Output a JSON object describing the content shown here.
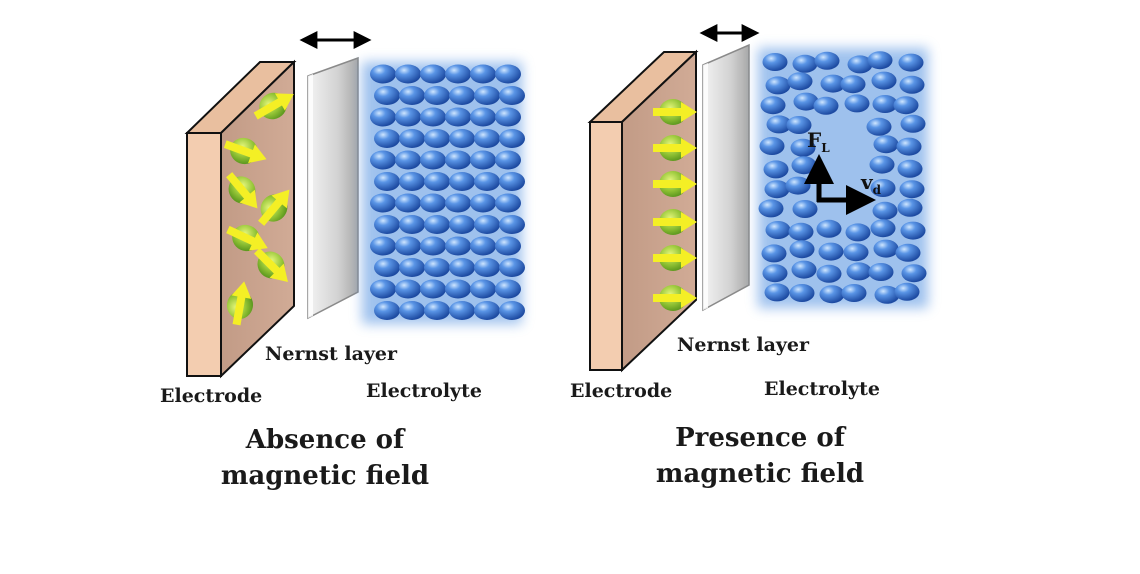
{
  "panels": [
    {
      "electrode_label": "Electrode",
      "nernst_label": "Nernst layer",
      "electrolyte_label": "Electrolyte",
      "caption_line1": "Absence of",
      "caption_line2": "magnetic  field"
    },
    {
      "electrode_label": "Electrode",
      "nernst_label": "Nernst layer",
      "electrolyte_label": "Electrolyte",
      "caption_line1": "Presence of",
      "caption_line2": "magnetic  field",
      "force_label": "F",
      "force_subscript": "L",
      "velocity_label": "v",
      "velocity_subscript": "d"
    }
  ],
  "colors": {
    "electrode_face": "#c9a08a",
    "electrode_edge": "#f1c7a7",
    "nernst_layer": "#d8d8d8",
    "ion": "#2f6fc9",
    "spin_arrow": "#f4ef25",
    "spin_core": "#9ccc35"
  }
}
